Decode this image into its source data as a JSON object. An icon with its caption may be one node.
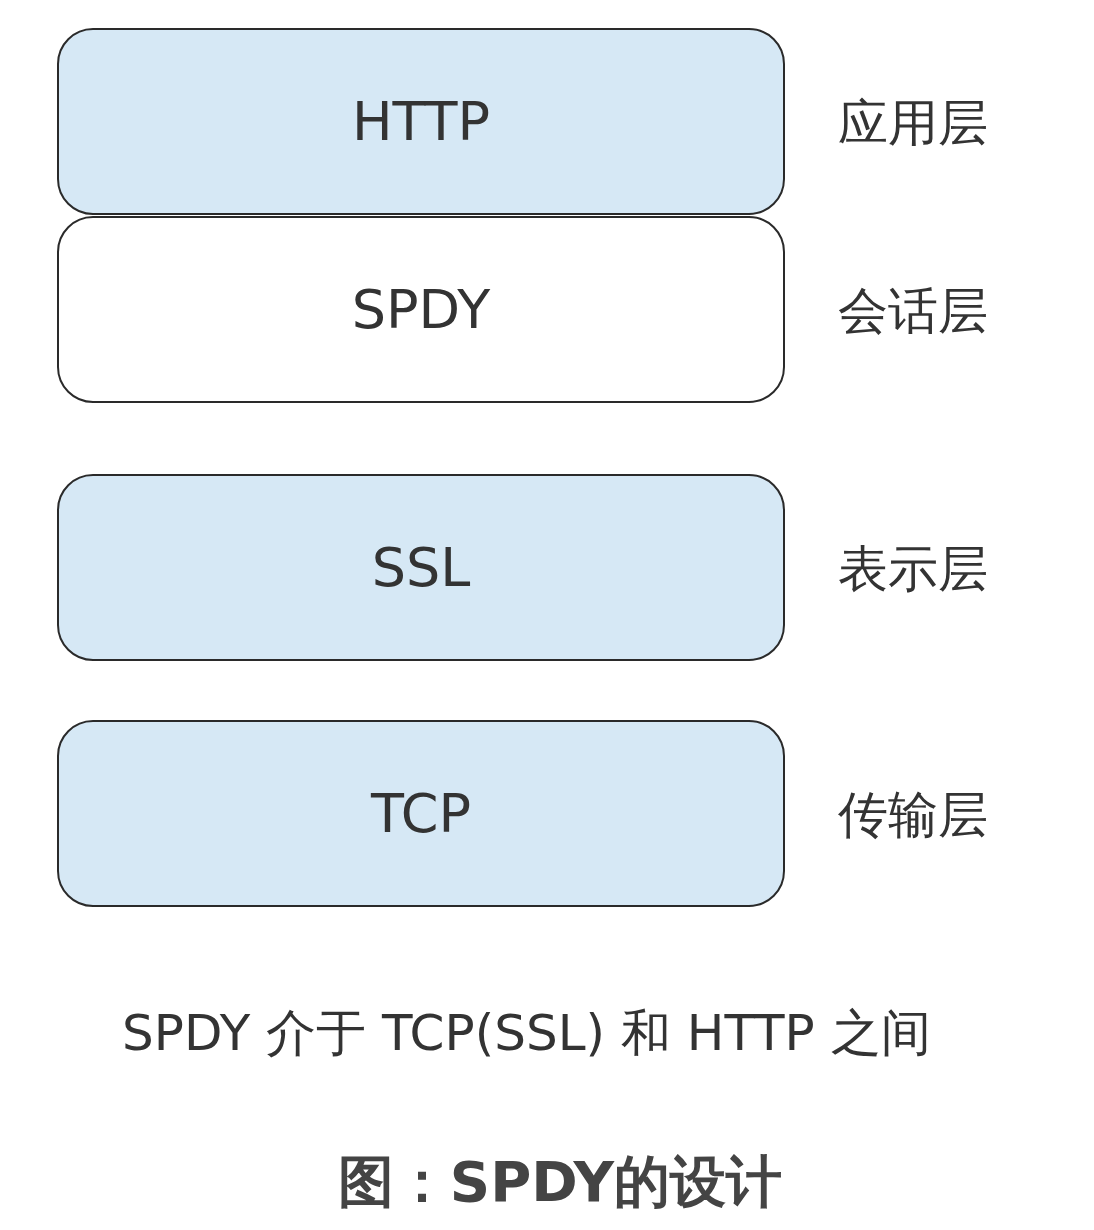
{
  "diagram": {
    "caption": "图：SPDY的设计",
    "nodes": [
      {
        "text": [
          "HTTP"
        ],
        "beside": [
          "应用层"
        ]
      },
      {
        "text": [
          "SPDY"
        ],
        "beside": [
          "会话层"
        ]
      },
      {
        "text": [
          "SSL"
        ],
        "beside": [
          "表示层"
        ]
      },
      {
        "text": [
          "TCP"
        ],
        "beside": [
          "传输层"
        ]
      }
    ],
    "labels": [
      "SPDY 介于 TCP(SSL) 和 HTTP 之间"
    ]
  }
}
